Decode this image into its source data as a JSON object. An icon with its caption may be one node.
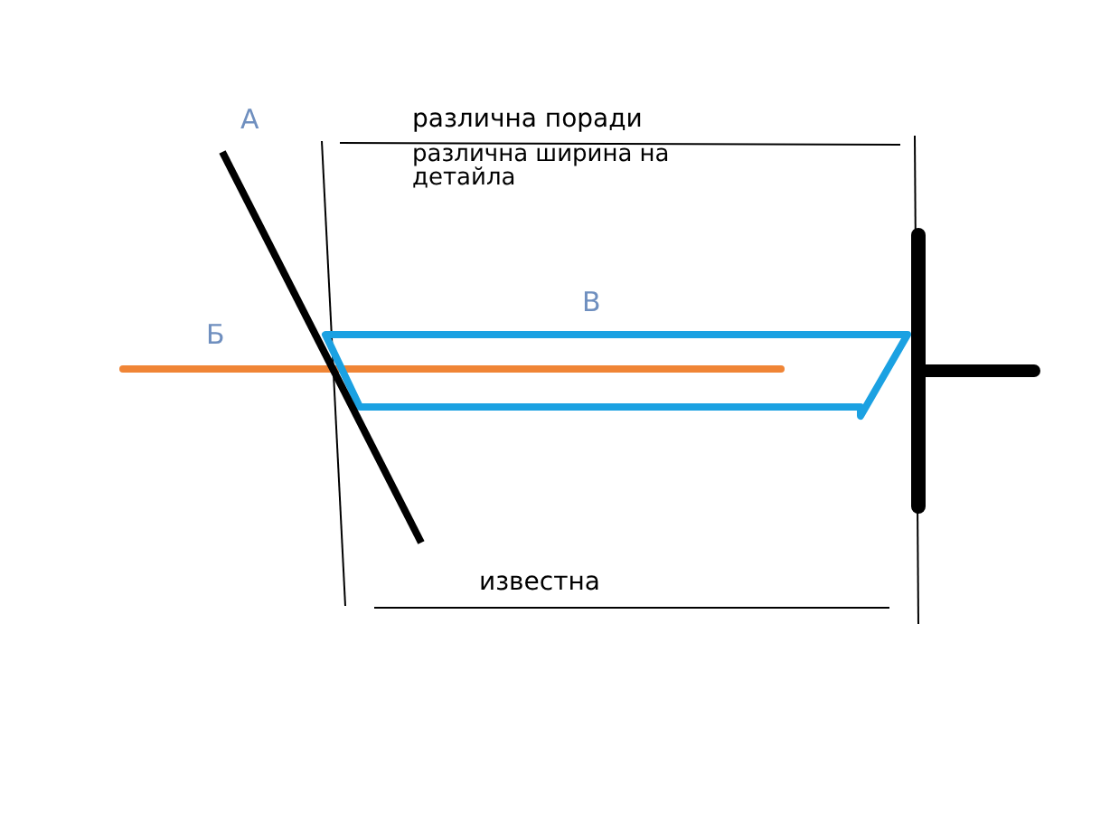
{
  "diagram": {
    "labels": [
      "А",
      "различна поради",
      "различна ширина на детайла",
      "Б",
      "В",
      "известна"
    ]
  }
}
